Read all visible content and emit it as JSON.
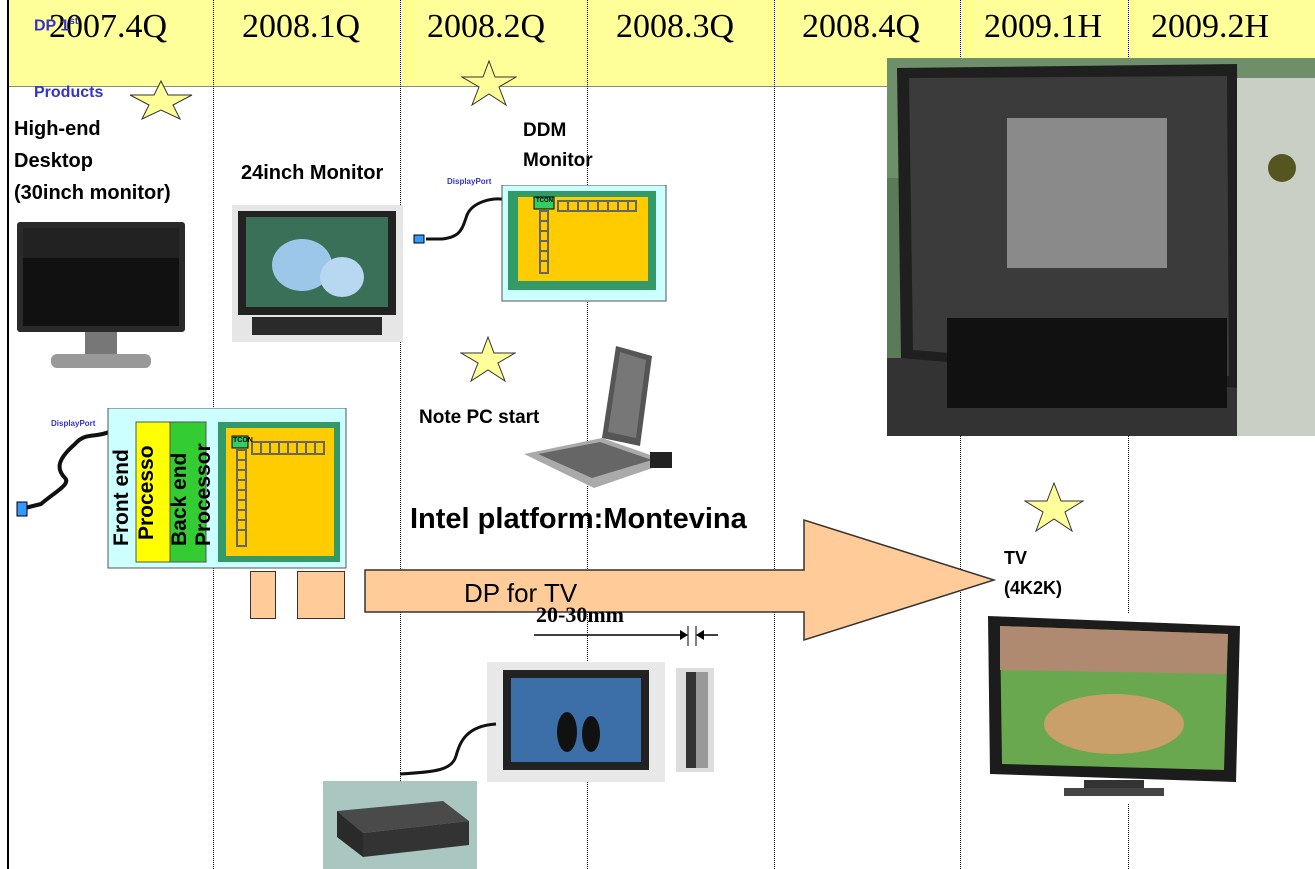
{
  "timeline": {
    "quarters": [
      "2007.4Q",
      "2008.1Q",
      "2008.2Q",
      "2008.3Q",
      "2008.4Q",
      "2009.1H",
      "2009.2H"
    ]
  },
  "labels": {
    "dp_first": "DP 1",
    "dp_first_sup": "st",
    "products": "Products",
    "highend_1": "High-end",
    "highend_2": "Desktop",
    "highend_3": "(30inch monitor)",
    "monitor24": "24inch Monitor",
    "ddm_1": "DDM",
    "ddm_2": "Monitor",
    "note_pc": "Note PC start",
    "intel": "Intel platform:Montevina",
    "dp_tv": "DP for TV",
    "thickness": "20-30mm",
    "tv_1": "TV",
    "tv_2": "(4K2K)",
    "displayport_small": "DisplayPort",
    "displayport_big": "DisplayPort",
    "front_end": "Front end",
    "processo": "Processo",
    "back_end": "Back end",
    "processor": "Processor",
    "tcon_small": "TCON",
    "tcon_big": "TCON"
  },
  "colors": {
    "header_bg": "#ffff99",
    "star": "#ffff99",
    "arrow": "#ffcc99",
    "dp_blue": "#3333cc",
    "tcon_green": "#339966",
    "panel_yellow": "#ffcc00",
    "board_blue": "#ccffff",
    "front_end_yellow": "#ffff00",
    "back_end_green": "#33cc33"
  }
}
